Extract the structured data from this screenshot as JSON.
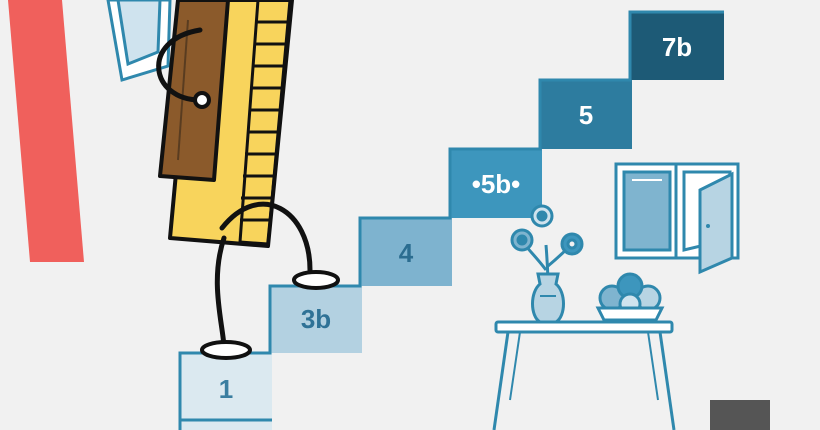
{
  "steps": [
    {
      "label": "1",
      "fill": "#dbe9f0",
      "text_color": "#3a7ea0"
    },
    {
      "label": "3b",
      "fill": "#b3d1e1",
      "text_color": "#2f7296"
    },
    {
      "label": "4",
      "fill": "#7eb3cf",
      "text_color": "#2b6d90"
    },
    {
      "label": "•5b•",
      "fill": "#3d96bd",
      "text_color": "#ffffff"
    },
    {
      "label": "5",
      "fill": "#2d7c9f",
      "text_color": "#ffffff"
    },
    {
      "label": "7b",
      "fill": "#1d5a76",
      "text_color": "#ffffff"
    }
  ],
  "colors": {
    "background": "#f1f1f1",
    "outline": "#2f88ad",
    "red_stripe": "#f0605c",
    "harmonica_body": "#f8d45c",
    "harmonica_cover": "#8b5a2b",
    "dark_block": "#555555",
    "ink": "#111111"
  },
  "icons": [
    "harmonica-character-icon",
    "window-icon",
    "vase-with-flowers-icon",
    "fruit-bowl-icon",
    "side-table-icon"
  ]
}
